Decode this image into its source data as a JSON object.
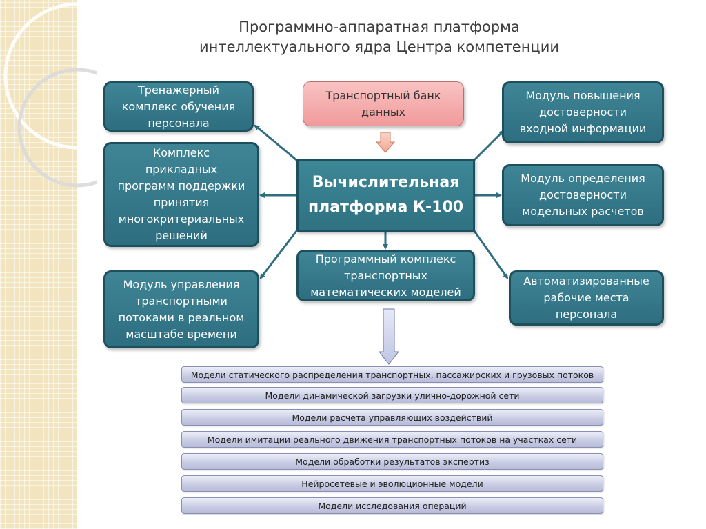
{
  "title": {
    "line1": "Программно-аппаратная платформа",
    "line2": "интеллектуального ядра Центра компетенции"
  },
  "center": {
    "lines": [
      "Вычислительная",
      "платформа К-100"
    ]
  },
  "top_box": {
    "lines": [
      "Транспортный банк",
      "данных"
    ]
  },
  "left_boxes": [
    {
      "lines": [
        "Тренажерный",
        "комплекс обучения",
        "персонала"
      ]
    },
    {
      "lines": [
        "Комплекс",
        "прикладных",
        "программ поддержки",
        "принятия",
        "многокритериальных",
        "решений"
      ]
    },
    {
      "lines": [
        "Модуль управления",
        "транспортными",
        "потоками в реальном",
        "масштабе времени"
      ]
    }
  ],
  "right_boxes": [
    {
      "lines": [
        "Модуль повышения",
        "достоверности",
        "входной информации"
      ]
    },
    {
      "lines": [
        "Модуль определения",
        "достоверности",
        "модельных расчетов"
      ]
    },
    {
      "lines": [
        "Автоматизированные",
        "рабочие места",
        "персонала"
      ]
    }
  ],
  "bottom_box": {
    "lines": [
      "Программный комплекс",
      "транспортных",
      "математических моделей"
    ]
  },
  "models": [
    "Модели статического распределения транспортных, пассажирских и грузовых потоков",
    "Модели динамической загрузки улично-дорожной сети",
    "Модели расчета управляющих воздействий",
    "Модели имитации реального движения  транспортных потоков на участках сети",
    "Модели обработки результатов экспертиз",
    "Нейросетевые и эволюционные модели",
    "Модели исследования операций"
  ],
  "colors": {
    "box_fill": "#3a7f90",
    "box_border": "#1e4f5d",
    "arrow": "#2e6e80",
    "pink_box": "#f4a9a9",
    "model_row": "#c7cbe3"
  }
}
